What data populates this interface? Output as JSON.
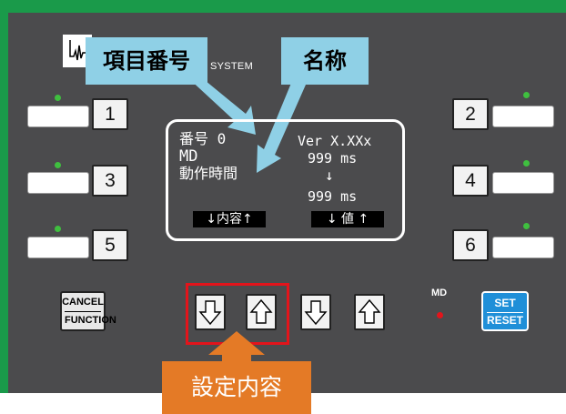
{
  "brand": {
    "system_label": "SYSTEM",
    "logo_icon": "waveform-logo-icon"
  },
  "callouts": {
    "item_number": "項目番号",
    "name": "名称",
    "settings_content": "設定内容"
  },
  "lcd": {
    "line1_left": "番号 0",
    "line1_right": "Ver X.XXx",
    "line2_left": "MD",
    "line2_right": "999 ms",
    "line3_left": "動作時間",
    "line3_right": "↓",
    "line4_right": "999 ms",
    "bar_left": "↓内容↑",
    "bar_right": "↓ 値 ↑"
  },
  "buttons": {
    "num1": "1",
    "num2": "2",
    "num3": "3",
    "num4": "4",
    "num5": "5",
    "num6": "6",
    "cancel": "CANCEL",
    "function": "FUNCTION",
    "set": "SET",
    "reset": "RESET"
  },
  "indicators": {
    "md_label": "MD"
  },
  "colors": {
    "frame": "#1a9a4a",
    "panel": "#4b4b4d",
    "callout_bg": "#8fd0e6",
    "orange": "#e47a26",
    "highlight": "#e3141b",
    "set_button": "#1f8fd8",
    "led_green": "#3fbf3f",
    "led_red": "#e3141b"
  }
}
